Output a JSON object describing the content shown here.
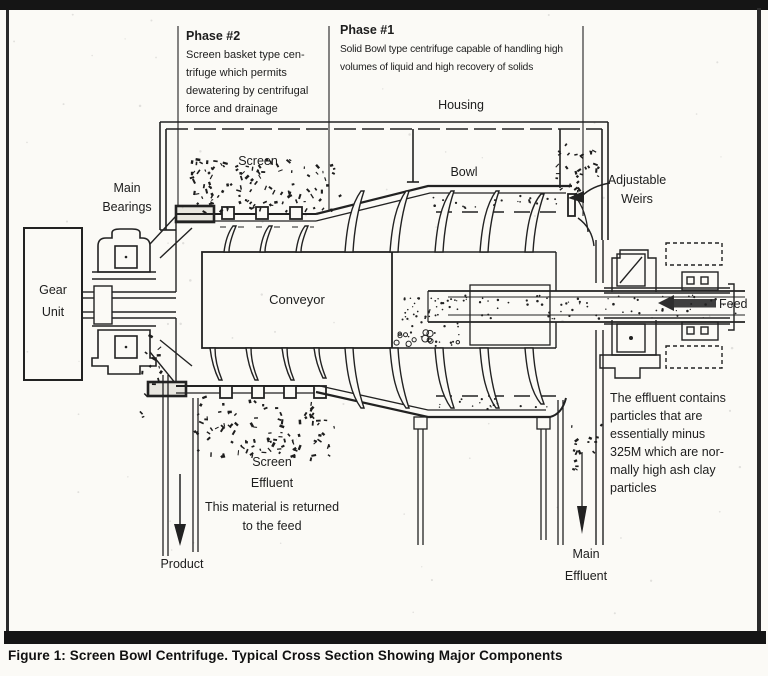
{
  "figure": {
    "caption": "Figure 1: Screen Bowl Centrifuge. Typical Cross Section Showing Major Components"
  },
  "colors": {
    "ink": "#222222",
    "paper": "#fbfaf6"
  },
  "labels": {
    "phase2_title": "Phase #2",
    "phase2_line1": "Screen basket type cen-",
    "phase2_line2": "trifuge which permits",
    "phase2_line3": "dewatering by centrifugal",
    "phase2_line4": "force and drainage",
    "phase1_title": "Phase #1",
    "phase1_line1": "Solid Bowl type centrifuge capable of handling high",
    "phase1_line2": "volumes of liquid and high recovery of solids",
    "housing": "Housing",
    "screen": "Screen",
    "bowl": "Bowl",
    "weirs_line1": "Adjustable",
    "weirs_line2": "Weirs",
    "bearings_line1": "Main",
    "bearings_line2": "Bearings",
    "gear_line1": "Gear",
    "gear_line2": "Unit",
    "conveyor": "Conveyor",
    "feed": "Feed",
    "screen_effluent_line1": "Screen",
    "screen_effluent_line2": "Effluent",
    "screen_effluent_note1": "This material is returned",
    "screen_effluent_note2": "to the feed",
    "product": "Product",
    "main_effluent_line1": "Main",
    "main_effluent_line2": "Effluent",
    "effluent_note_line1": "The effluent contains",
    "effluent_note_line2": "particles that are",
    "effluent_note_line3": "essentially minus",
    "effluent_note_line4": "325M which are nor-",
    "effluent_note_line5": "mally high ash clay",
    "effluent_note_line6": "particles"
  }
}
